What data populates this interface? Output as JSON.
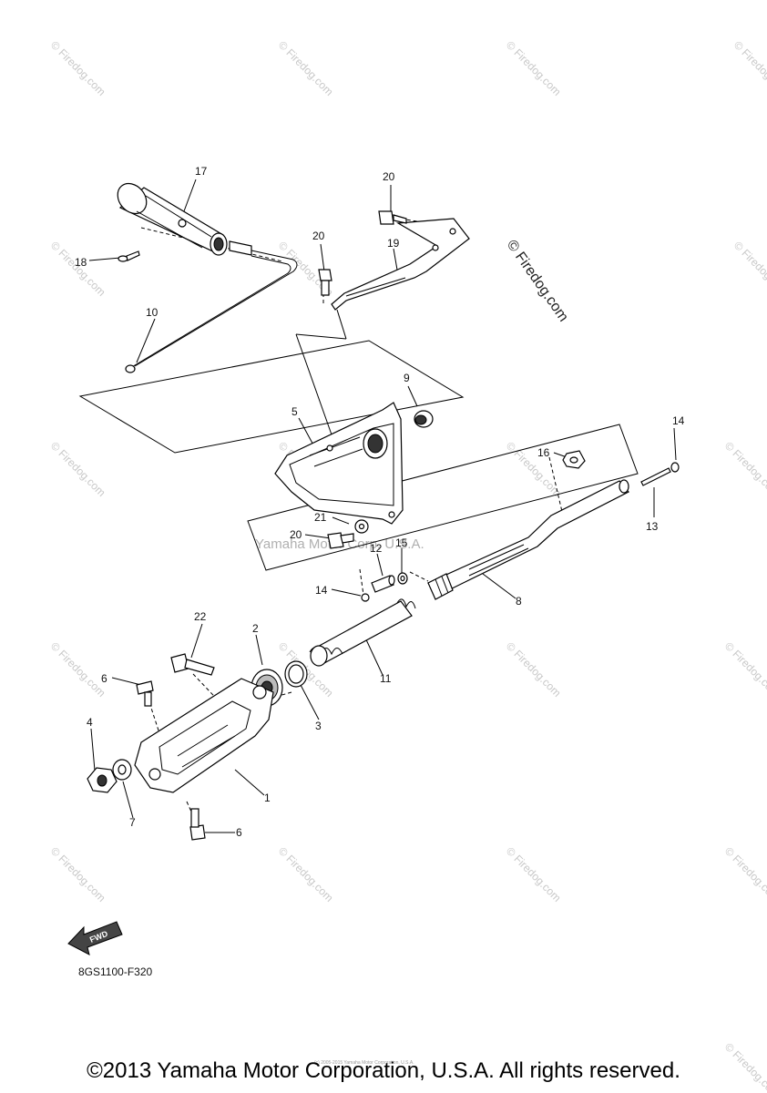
{
  "watermark": {
    "repeat_text": "© Firedog.com",
    "main_text": "© Firedog.com",
    "mid_text": "Yamaha Motor Corp, U.S.A."
  },
  "labels": {
    "p1": "1",
    "p2": "2",
    "p3": "3",
    "p4": "4",
    "p5": "5",
    "p6a": "6",
    "p6b": "6",
    "p7": "7",
    "p8": "8",
    "p9": "9",
    "p10": "10",
    "p11": "11",
    "p12": "12",
    "p13": "13",
    "p14a": "14",
    "p14b": "14",
    "p15": "15",
    "p16": "16",
    "p17": "17",
    "p18": "18",
    "p19": "19",
    "p20a": "20",
    "p20b": "20",
    "p20c": "20",
    "p21": "21",
    "p22": "22"
  },
  "fwd_label": "FWD",
  "diagram_code": "8GS1100-F320",
  "tiny_notice": "(c) 2005-2015 Yamaha Motor Corporation, U.S.A.",
  "copyright": "©2013 Yamaha Motor Corporation, U.S.A. All rights reserved."
}
